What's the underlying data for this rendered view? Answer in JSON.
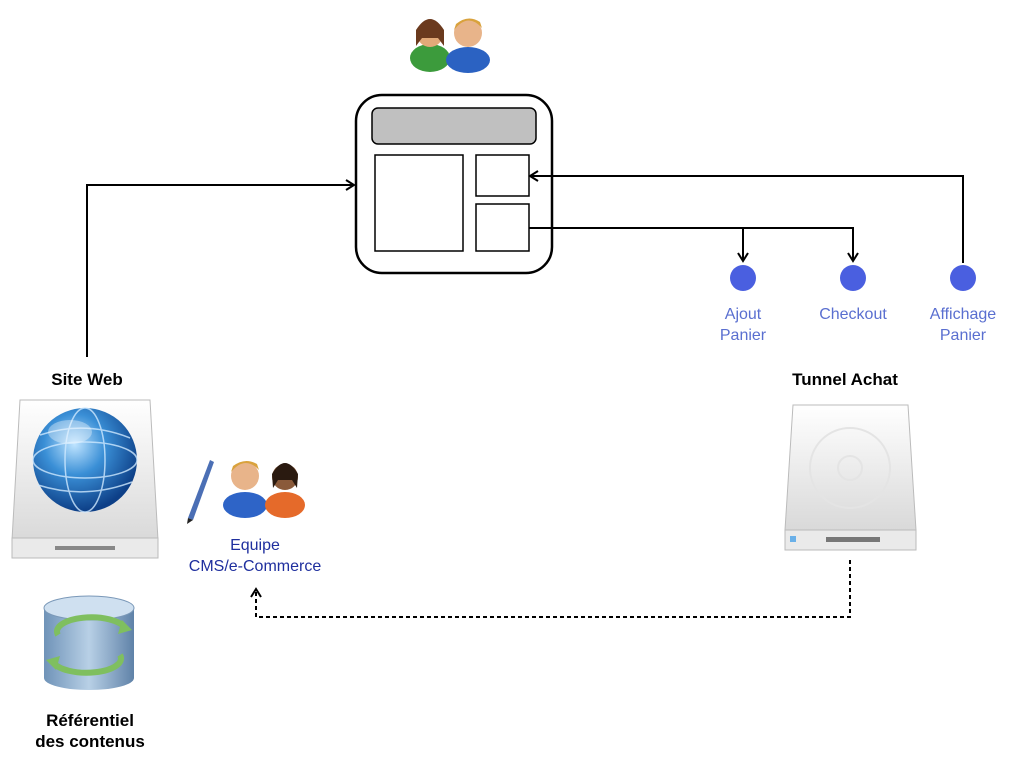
{
  "labels": {
    "site_web": "Site Web",
    "tunnel_achat": "Tunnel Achat",
    "referentiel_1": "Référentiel",
    "referentiel_2": "des contenus",
    "equipe_1": "Equipe",
    "equipe_2": "CMS/e-Commerce",
    "ajout_1": "Ajout",
    "ajout_2": "Panier",
    "checkout": "Checkout",
    "affichage_1": "Affichage",
    "affichage_2": "Panier"
  },
  "icons": {
    "users_top": "users-icon",
    "web_server": "globe-server-icon",
    "database": "database-sync-icon",
    "team": "team-pen-icon",
    "drive": "hard-drive-icon"
  },
  "colors": {
    "event_dot": "#4a5fe0",
    "event_label": "#5a6fd0",
    "team_label": "#1f2f9e",
    "panel_header": "#c0c0c0"
  }
}
